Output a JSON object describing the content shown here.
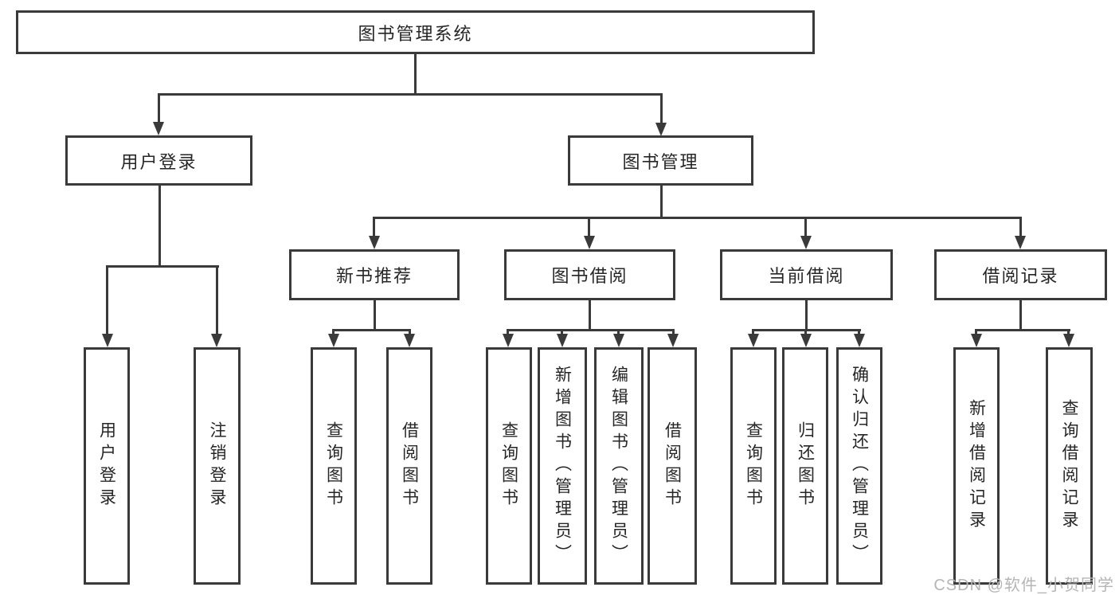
{
  "diagram": {
    "root": "图书管理系统",
    "level2": [
      {
        "label": "用户登录",
        "children": [
          "用户登录",
          "注销登录"
        ]
      },
      {
        "label": "图书管理",
        "modules": [
          {
            "label": "新书推荐",
            "children": [
              "查询图书",
              "借阅图书"
            ]
          },
          {
            "label": "图书借阅",
            "children": [
              "查询图书",
              "新增图书（管理员）",
              "编辑图书（管理员）",
              "借阅图书"
            ]
          },
          {
            "label": "当前借阅",
            "children": [
              "查询图书",
              "归还图书",
              "确认归还（管理员）"
            ]
          },
          {
            "label": "借阅记录",
            "children": [
              "新增借阅记录",
              "查询借阅记录"
            ]
          }
        ]
      }
    ]
  },
  "watermark": "CSDN @软件_小贺同学",
  "colors": {
    "line": "#3a3a3a",
    "text": "#262626",
    "watermark": "#b5b5b5",
    "bg": "#ffffff"
  }
}
